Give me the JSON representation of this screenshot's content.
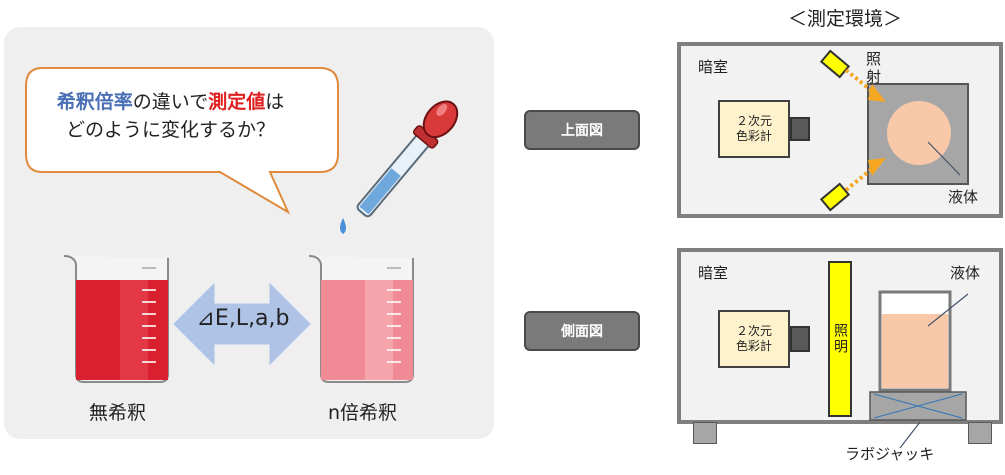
{
  "left": {
    "bubble": {
      "part1": "希釈倍率",
      "part2": "の違いで",
      "part3": "測定値",
      "part4": "は",
      "line2": "どのように変化するか？"
    },
    "beaker_left_label": "無希釈",
    "beaker_right_label": "n倍希釈",
    "arrow_label": "⊿E,L,a,b"
  },
  "buttons": {
    "top_view": "上面図",
    "side_view": "側面図"
  },
  "env_title": "＜測定環境＞",
  "top_view": {
    "room_label": "暗室",
    "camera_label_line1": "２次元",
    "camera_label_line2": "色彩計",
    "light_label": "照射",
    "liquid_label": "液体"
  },
  "side_view": {
    "room_label": "暗室",
    "camera_label_line1": "２次元",
    "camera_label_line2": "色彩計",
    "light_label": "照明",
    "liquid_label": "液体",
    "jack_label": "ラボジャッキ"
  },
  "colors": {
    "panel_bg": "#efefef",
    "bubble_border": "#e08a3c",
    "accent_blue": "#4a6fb5",
    "accent_red": "#e02020",
    "button_bg": "#7a7a7a",
    "light_yellow": "#ffff00",
    "arrow_orange": "#f5a623",
    "liquid_peach": "#f8c8a8"
  }
}
